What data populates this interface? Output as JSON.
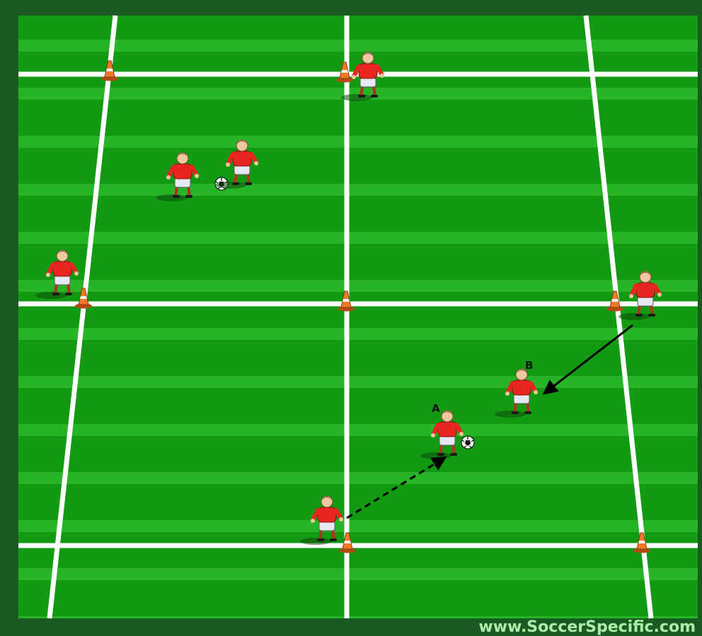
{
  "players": {
    "a": {
      "label": "A"
    },
    "b": {
      "label": "B"
    }
  },
  "watermark": "www.SoccerSpecific.com",
  "colors": {
    "grass_dark": "#139a13",
    "grass_light": "#27b427",
    "border": "#1b5a22",
    "line": "#ffffff",
    "cone": "#f07a28",
    "jersey": "#e8261f",
    "shorts": "#e6e8f2",
    "arrow": "#000000",
    "watermark": "#a8f0a8"
  }
}
